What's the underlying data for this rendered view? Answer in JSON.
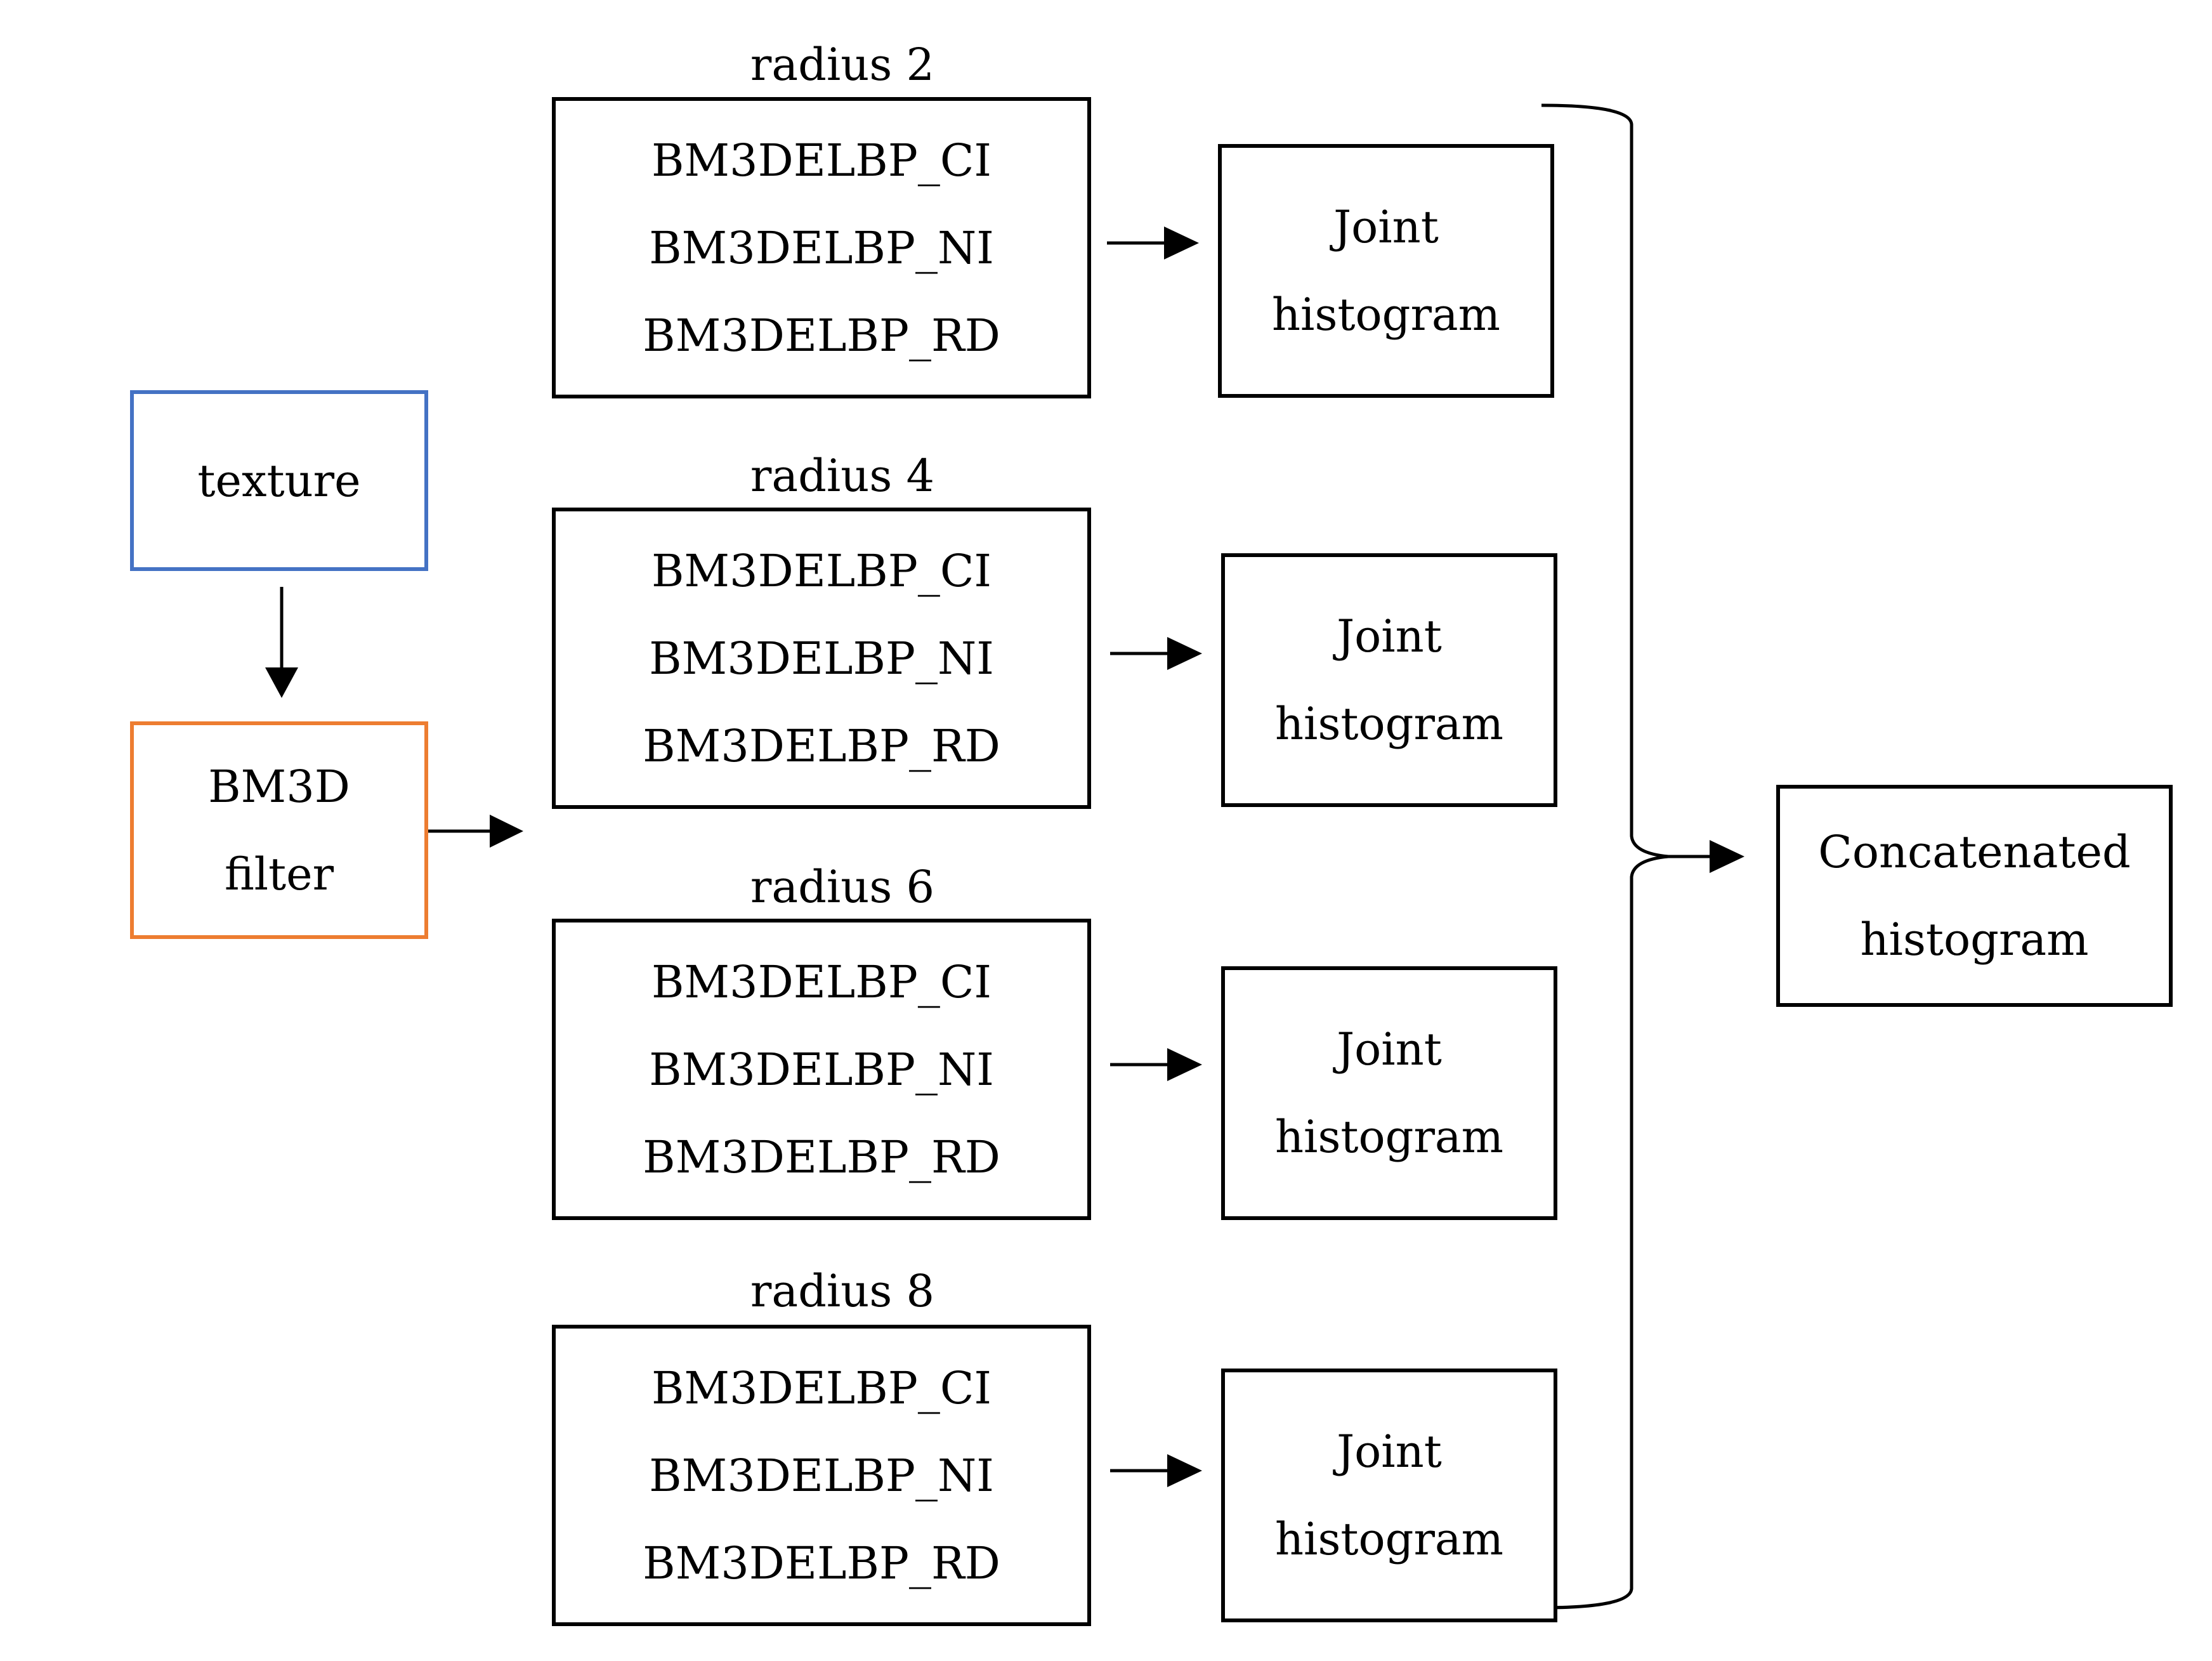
{
  "input": {
    "label": "texture",
    "color": "#4472c4"
  },
  "filter": {
    "line1": "BM3D",
    "line2": "filter",
    "color": "#ed7d31"
  },
  "groups": [
    {
      "radius_label": "radius 2",
      "features": [
        "BM3DELBP_CI",
        "BM3DELBP_NI",
        "BM3DELBP_RD"
      ],
      "hist_line1": "Joint",
      "hist_line2": "histogram"
    },
    {
      "radius_label": "radius 4",
      "features": [
        "BM3DELBP_CI",
        "BM3DELBP_NI",
        "BM3DELBP_RD"
      ],
      "hist_line1": "Joint",
      "hist_line2": "histogram"
    },
    {
      "radius_label": "radius 6",
      "features": [
        "BM3DELBP_CI",
        "BM3DELBP_NI",
        "BM3DELBP_RD"
      ],
      "hist_line1": "Joint",
      "hist_line2": "histogram"
    },
    {
      "radius_label": "radius 8",
      "features": [
        "BM3DELBP_CI",
        "BM3DELBP_NI",
        "BM3DELBP_RD"
      ],
      "hist_line1": "Joint",
      "hist_line2": "histogram"
    }
  ],
  "output": {
    "line1": "Concatenated",
    "line2": "histogram"
  }
}
